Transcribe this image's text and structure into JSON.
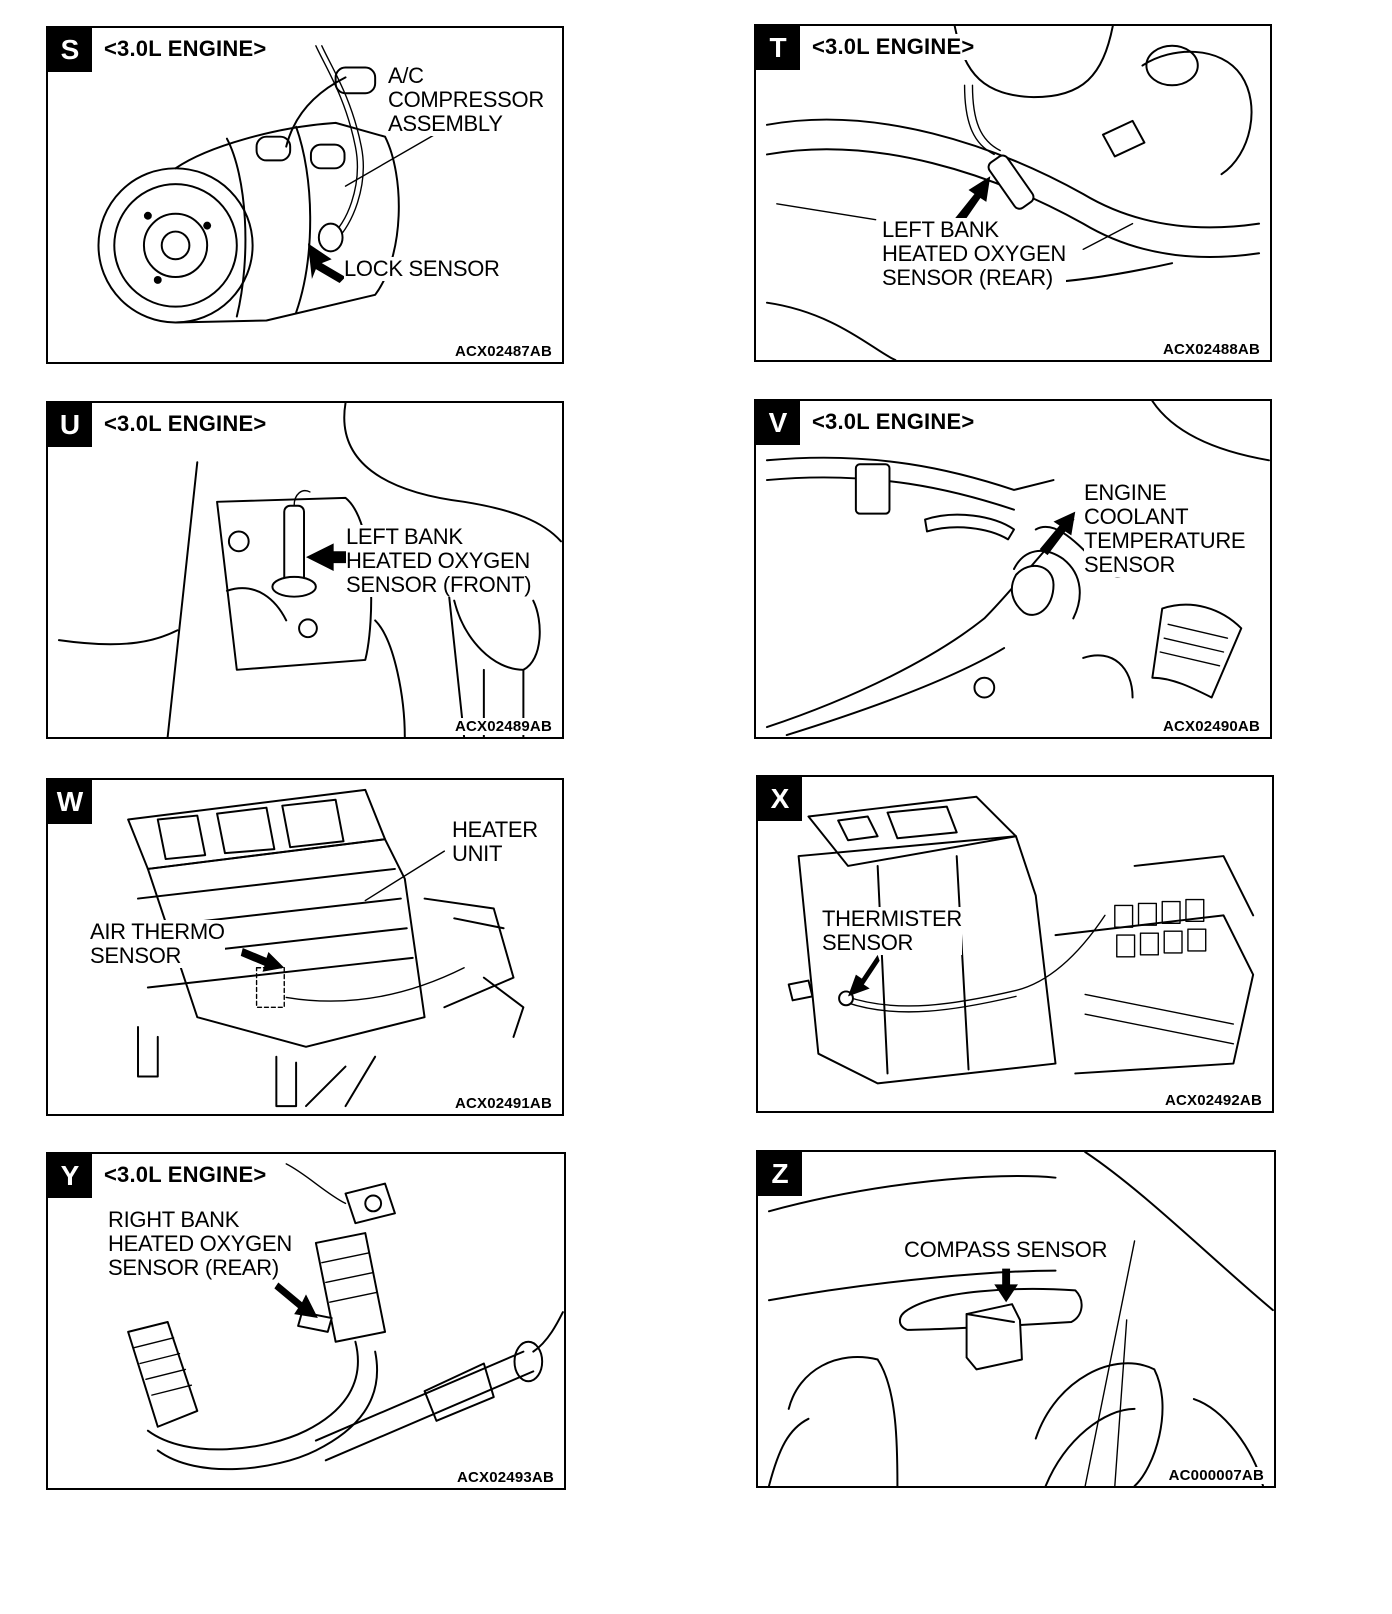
{
  "panels": {
    "S": {
      "letter": "S",
      "engine": "<3.0L ENGINE>",
      "labels": {
        "compressor": [
          "A/C",
          "COMPRESSOR",
          "ASSEMBLY"
        ],
        "sensor": [
          "LOCK SENSOR"
        ]
      },
      "code": "ACX02487AB"
    },
    "T": {
      "letter": "T",
      "engine": "<3.0L ENGINE>",
      "labels": {
        "sensor": [
          "LEFT BANK",
          "HEATED OXYGEN",
          "SENSOR (REAR)"
        ]
      },
      "code": "ACX02488AB"
    },
    "U": {
      "letter": "U",
      "engine": "<3.0L ENGINE>",
      "labels": {
        "sensor": [
          "LEFT BANK",
          "HEATED OXYGEN",
          "SENSOR (FRONT)"
        ]
      },
      "code": "ACX02489AB"
    },
    "V": {
      "letter": "V",
      "engine": "<3.0L ENGINE>",
      "labels": {
        "sensor": [
          "ENGINE",
          "COOLANT",
          "TEMPERATURE",
          "SENSOR"
        ]
      },
      "code": "ACX02490AB"
    },
    "W": {
      "letter": "W",
      "labels": {
        "unit": [
          "HEATER",
          "UNIT"
        ],
        "sensor": [
          "AIR THERMO",
          "SENSOR"
        ]
      },
      "code": "ACX02491AB"
    },
    "X": {
      "letter": "X",
      "labels": {
        "sensor": [
          "THERMISTER",
          "SENSOR"
        ]
      },
      "code": "ACX02492AB"
    },
    "Y": {
      "letter": "Y",
      "engine": "<3.0L ENGINE>",
      "labels": {
        "sensor": [
          "RIGHT BANK",
          "HEATED OXYGEN",
          "SENSOR (REAR)"
        ]
      },
      "code": "ACX02493AB"
    },
    "Z": {
      "letter": "Z",
      "labels": {
        "sensor": [
          "COMPASS SENSOR"
        ]
      },
      "code": "AC000007AB"
    }
  }
}
